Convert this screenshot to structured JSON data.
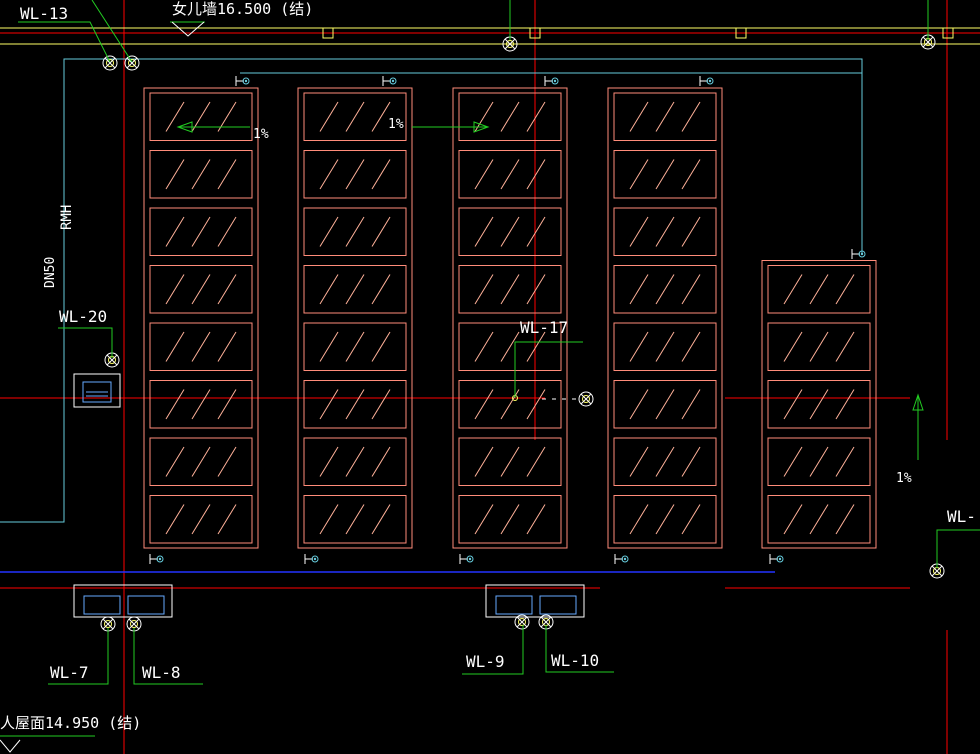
{
  "labels": {
    "wl13": "WL-13",
    "wl20": "WL-20",
    "wl17": "WL-17",
    "wl7": "WL-7",
    "wl8": "WL-8",
    "wl9": "WL-9",
    "wl10": "WL-10",
    "wl_right": "WL-",
    "parapet": "女儿墙16.500 (结)",
    "roof": "人屋面14.950 (结)",
    "rmh": "RMH",
    "dn50": "DN50",
    "slope_a": "1%",
    "slope_b": "1%",
    "slope_c": "1%"
  },
  "colors": {
    "background": "#000000",
    "axis": "#ff0000",
    "panel": "#ff8c7a",
    "panel_hatch": "#ffb199",
    "pipe_cyan": "#66ccdd",
    "pipe_blue": "#2233ff",
    "leader": "#22cc22",
    "text": "#ffffff",
    "wall": "#ffff66"
  },
  "panel_stacks": [
    {
      "rows": 8
    },
    {
      "rows": 8
    },
    {
      "rows": 8
    },
    {
      "rows": 8
    },
    {
      "rows": 5
    }
  ]
}
